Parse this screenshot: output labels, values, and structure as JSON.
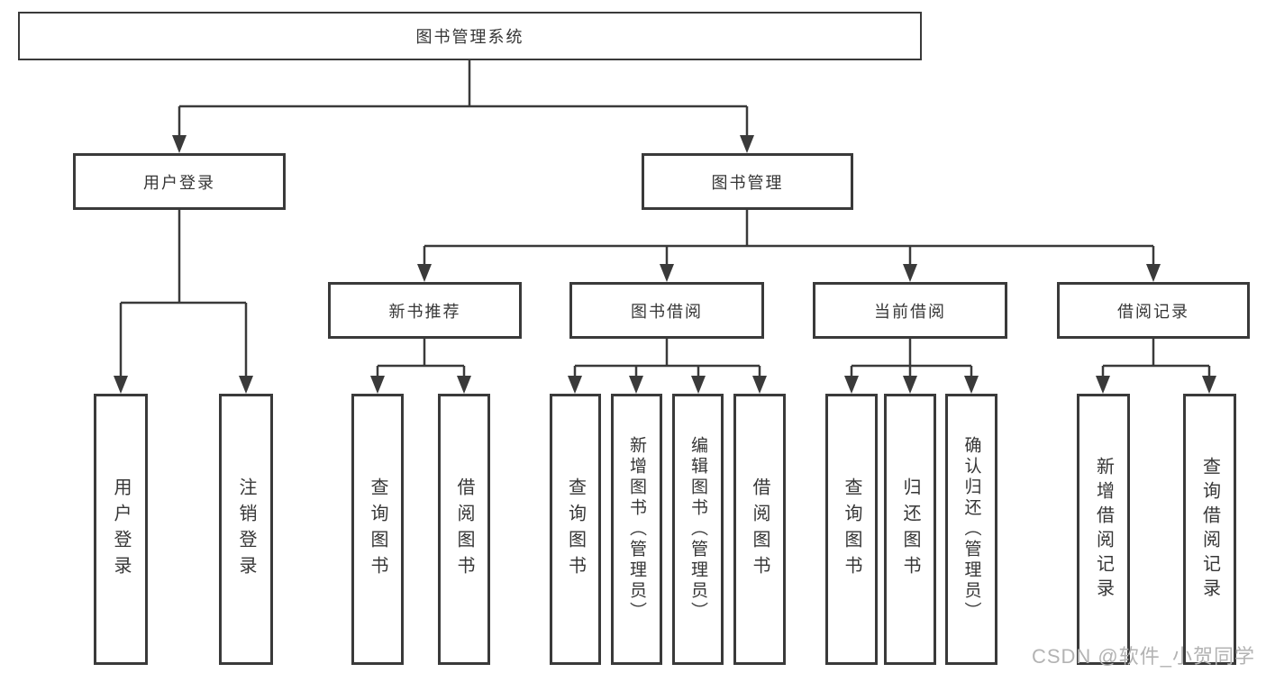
{
  "diagram": {
    "type": "hierarchy-org-chart",
    "tree": {
      "label": "图书管理系统",
      "children": [
        {
          "label": "用户登录",
          "children": [
            {
              "label": "用户登录"
            },
            {
              "label": "注销登录"
            }
          ]
        },
        {
          "label": "图书管理",
          "children": [
            {
              "label": "新书推荐",
              "children": [
                {
                  "label": "查询图书"
                },
                {
                  "label": "借阅图书"
                }
              ]
            },
            {
              "label": "图书借阅",
              "children": [
                {
                  "label": "查询图书"
                },
                {
                  "label": "新增图书（管理员）"
                },
                {
                  "label": "编辑图书（管理员）"
                },
                {
                  "label": "借阅图书"
                }
              ]
            },
            {
              "label": "当前借阅",
              "children": [
                {
                  "label": "查询图书"
                },
                {
                  "label": "归还图书"
                },
                {
                  "label": "确认归还（管理员）"
                }
              ]
            },
            {
              "label": "借阅记录",
              "children": [
                {
                  "label": "新增借阅记录"
                },
                {
                  "label": "查询借阅记录"
                }
              ]
            }
          ]
        }
      ]
    },
    "colors": {
      "line": "#3a3a3a",
      "text": "#363636",
      "box_fill": "#ffffff",
      "background": "#ffffff",
      "watermark": "#b3b3b3"
    }
  },
  "watermark": {
    "text": "CSDN @软件_小贺同学"
  }
}
